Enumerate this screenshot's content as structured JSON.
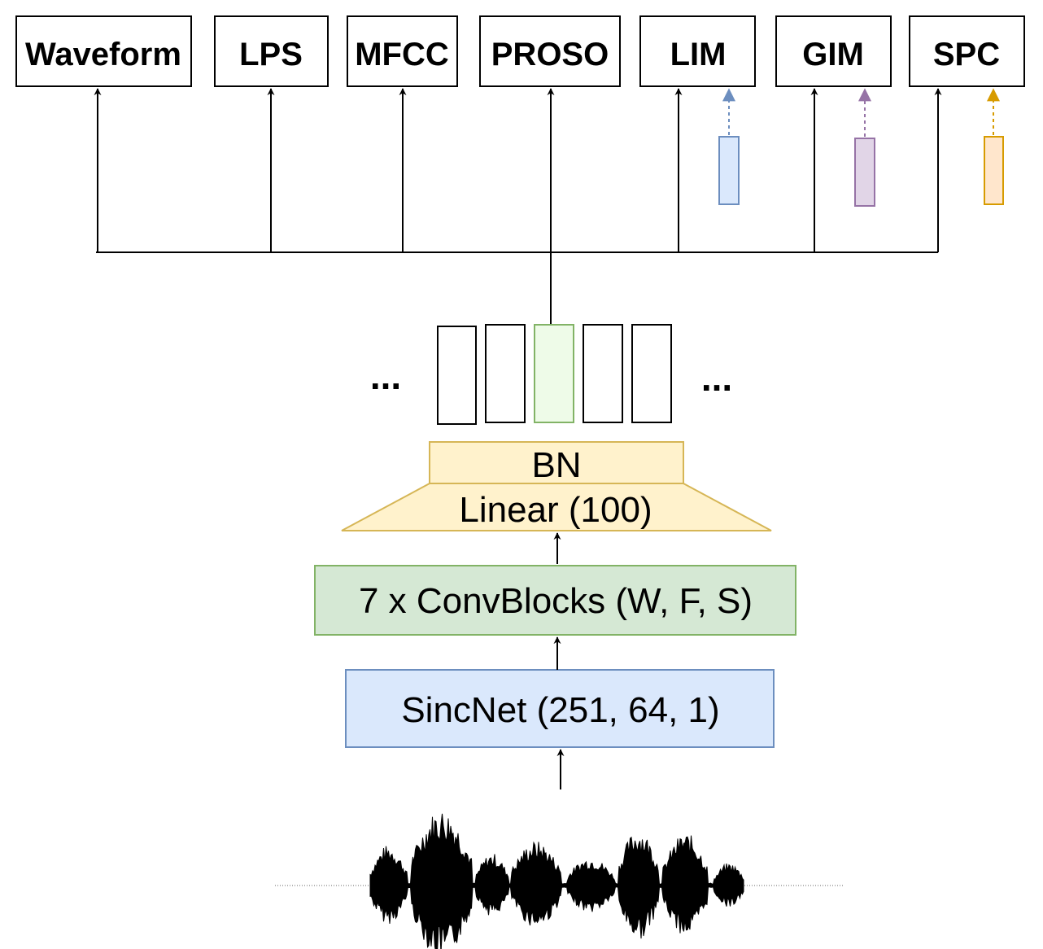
{
  "workers": [
    {
      "label": "Waveform"
    },
    {
      "label": "LPS"
    },
    {
      "label": "MFCC"
    },
    {
      "label": "PROSO"
    },
    {
      "label": "LIM"
    },
    {
      "label": "GIM"
    },
    {
      "label": "SPC"
    }
  ],
  "encoder": {
    "sincnet_label": "SincNet (251, 64, 1)",
    "convblocks_label": "7 x ConvBlocks (W, F, S)",
    "linear_label": "Linear (100)",
    "bn_label": "BN"
  },
  "frames": {
    "left_ellipsis": "...",
    "right_ellipsis": "..."
  },
  "colors": {
    "sincnet_fill": "#dae8fc",
    "sincnet_stroke": "#6c8ebf",
    "conv_fill": "#d5e8d4",
    "conv_stroke": "#82b366",
    "linear_fill": "#fff2cc",
    "linear_stroke": "#d6b656",
    "selected_frame_fill": "#eefbe8",
    "selected_frame_stroke": "#82b366",
    "lim_sample_fill": "#dae8fc",
    "lim_sample_stroke": "#6c8ebf",
    "gim_sample_fill": "#e1d5e7",
    "gim_sample_stroke": "#9673a6",
    "spc_sample_fill": "#ffe6cc",
    "spc_sample_stroke": "#d79b00"
  }
}
